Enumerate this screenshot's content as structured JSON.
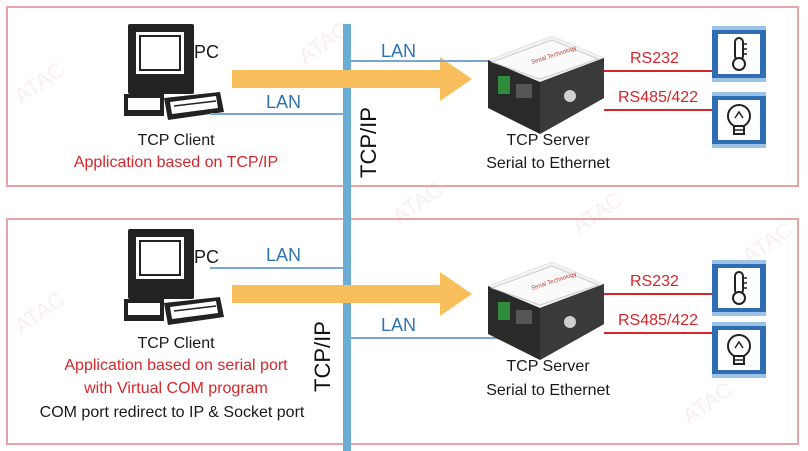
{
  "watermark_text": "ATAC",
  "bus_label": "TCP/IP",
  "colors": {
    "panel_border": "#e8a3a7",
    "bus": "#6aaed6",
    "arrow": "#f8be5c",
    "lan_line": "#7aa6d2",
    "serial_line": "#d6262b",
    "label_red": "#d6262b",
    "label_blue": "#2e74b5",
    "icon_box": "#2f6eb3"
  },
  "top": {
    "pc_label": "PC",
    "client_title": "TCP Client",
    "client_desc": "Application based on TCP/IP",
    "lan_left": "LAN",
    "lan_right": "LAN",
    "server_title": "TCP Server",
    "server_desc": "Serial to Ethernet",
    "rs232": "RS232",
    "rs485": "RS485/422",
    "icon_upper": "thermometer-icon",
    "icon_lower": "lightbulb-icon"
  },
  "bottom": {
    "pc_label": "PC",
    "client_title": "TCP Client",
    "client_desc_line1": "Application based on serial port",
    "client_desc_line2": "with Virtual COM program",
    "client_desc_line3": "COM port redirect to IP & Socket port",
    "lan_left": "LAN",
    "lan_right": "LAN",
    "server_title": "TCP Server",
    "server_desc": "Serial to Ethernet",
    "rs232": "RS232",
    "rs485": "RS485/422",
    "icon_upper": "thermometer-icon",
    "icon_lower": "lightbulb-icon"
  }
}
